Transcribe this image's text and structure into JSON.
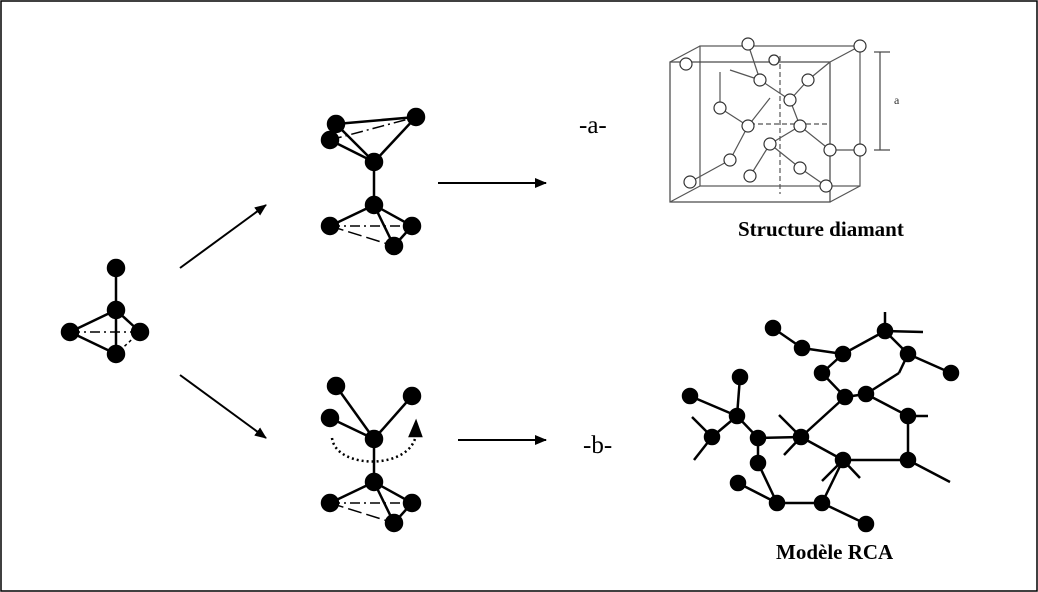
{
  "labels": {
    "a": "-a-",
    "b": "-b-",
    "diamond_caption": "Structure diamant",
    "rca_caption": "Modèle RCA",
    "lattice_dimension": "a"
  },
  "colors": {
    "atom": "#000000",
    "bond": "#000000",
    "lattice_lines": "#555555",
    "frame": "#000000"
  }
}
